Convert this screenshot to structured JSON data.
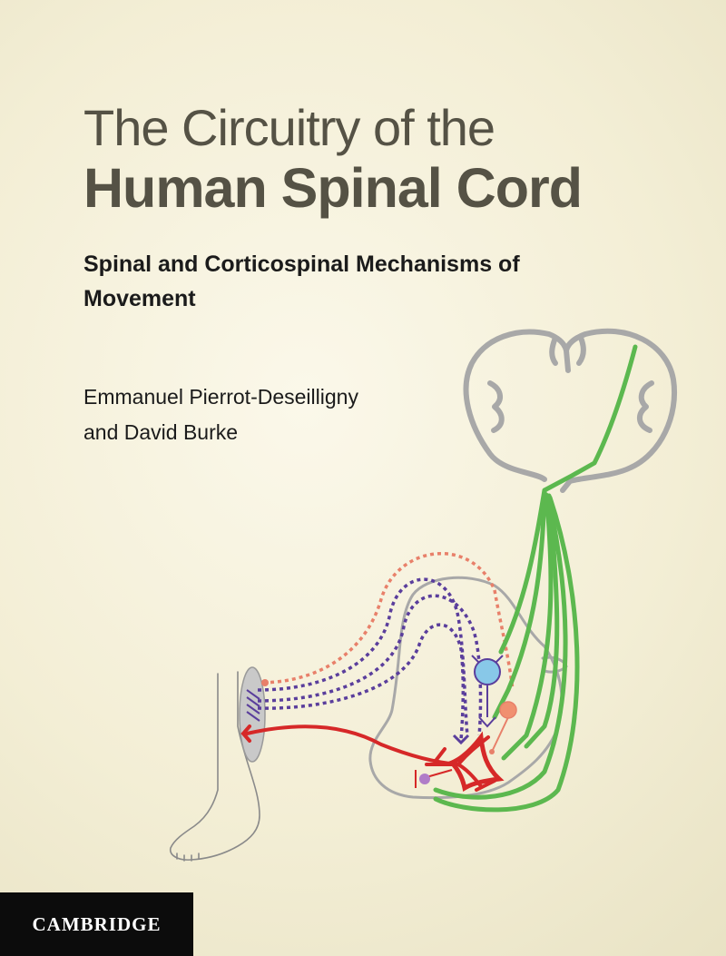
{
  "cover": {
    "title_line1": "The Circuitry of the",
    "title_line2": "Human Spinal Cord",
    "subtitle": "Spinal and Corticospinal Mechanisms of Movement",
    "author_line1": "Emmanuel Pierrot-Deseilligny",
    "author_line2": "and David Burke",
    "publisher": "CAMBRIDGE"
  },
  "colors": {
    "background": "#f3eed5",
    "title_text": "#555245",
    "body_text": "#1b1b1b",
    "corticospinal_tract": "#5cb84f",
    "spinal_cord_outline": "#a8a8a8",
    "afferent_dotted_orange": "#e8806a",
    "afferent_dotted_purple": "#5a3e9c",
    "motor_axon": "#d62828",
    "motoneuron": "#88c8e8",
    "interneuron_orange": "#f09070",
    "interneuron_purple": "#b07cc8",
    "publisher_bar": "#0c0c0c"
  },
  "illustration": {
    "icons": [
      "brain-cross-section-icon",
      "spinal-cord-section-icon",
      "leg-foot-icon",
      "muscle-spindle-icon",
      "motoneuron-icon",
      "interneuron-icon"
    ]
  }
}
